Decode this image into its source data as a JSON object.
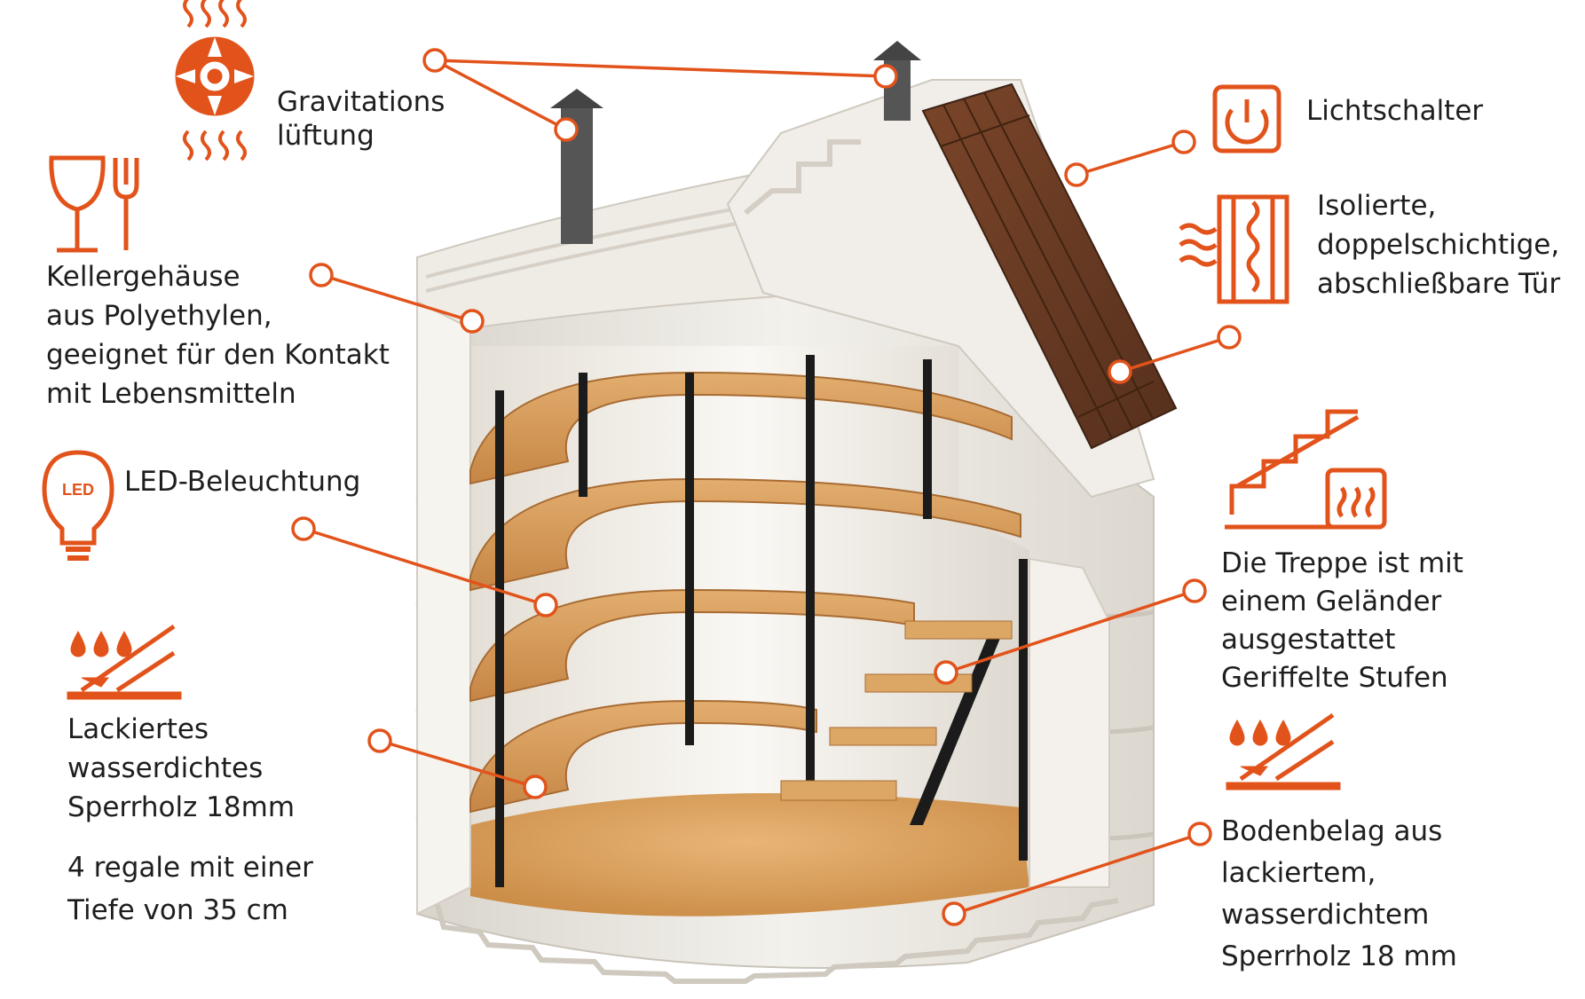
{
  "colors": {
    "accent": "#e2531b",
    "text": "#1e1e1e",
    "shell": "#eeebe5",
    "shell_shadow": "#cfcac1",
    "wood": "#d39a55",
    "wood_dark": "#b7793a",
    "door_wood": "#6b3d26",
    "beam": "#1b1b1b",
    "chimney": "#555555"
  },
  "labels": {
    "ventilation": [
      "Gravitations",
      "lüftung"
    ],
    "light_switch": [
      "Lichtschalter"
    ],
    "insulated_door": [
      "Isolierte,",
      "doppelschichtige,",
      "abschließbare Tür"
    ],
    "housing": [
      "Kellergehäuse",
      "aus Polyethylen,",
      "geeignet für den Kontakt",
      " mit Lebensmitteln"
    ],
    "led": [
      "LED-Beleuchtung"
    ],
    "stairs": [
      "Die Treppe ist mit",
      "einem Geländer",
      "ausgestattet",
      "Geriffelte Stufen"
    ],
    "plywood": [
      "Lackiertes",
      "wasserdichtes",
      "Sperrholz 18mm"
    ],
    "shelves": [
      "4 regale mit einer",
      "Tiefe von 35 cm"
    ],
    "floor": [
      "Bodenbelag aus",
      "lackiertem,",
      "wasserdichtem",
      "Sperrholz  18 mm"
    ]
  },
  "icons": {
    "ventilation": "fan-heat-waves-icon",
    "food_safe": "glass-fork-icon",
    "led": "led-bulb-icon",
    "waterproof_left": "water-drops-surface-icon",
    "light_switch": "power-button-icon",
    "insulation": "insulated-wall-icon",
    "stairs": "stairs-heating-icon",
    "waterproof_right": "water-drops-surface-icon"
  },
  "icon_text": {
    "led": "LED"
  }
}
